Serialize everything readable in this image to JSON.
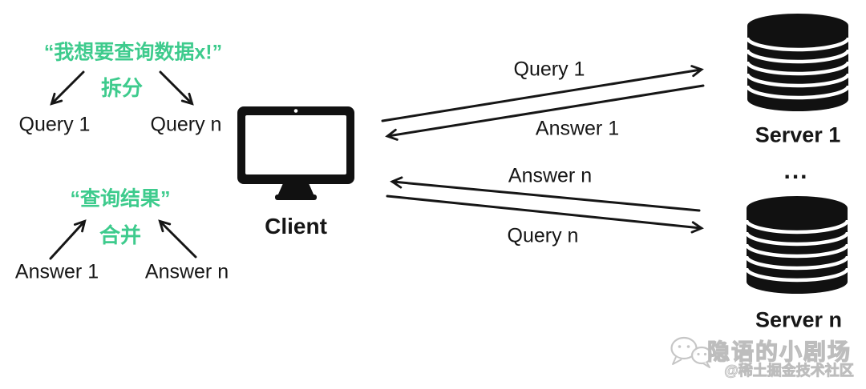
{
  "colors": {
    "green": "#3ecb8d",
    "ink": "#161616",
    "watermark_gray": "#bdbdbd",
    "background": "#ffffff"
  },
  "left_flow": {
    "request_quote": "“我想要查询数据x!”",
    "split": "拆分",
    "query1": "Query 1",
    "queryn": "Query n",
    "result_quote": "“查询结果”",
    "merge": "合并",
    "answer1": "Answer 1",
    "answern": "Answer n"
  },
  "client": {
    "label": "Client",
    "icon": "monitor-icon"
  },
  "channels": {
    "query1": "Query 1",
    "answer1": "Answer 1",
    "answern": "Answer n",
    "queryn": "Query n"
  },
  "servers": {
    "server1": {
      "label": "Server 1",
      "icon": "database-icon"
    },
    "ellipsis": "...",
    "servern": {
      "label": "Server n",
      "icon": "database-icon"
    }
  },
  "watermark": {
    "icon": "wechat-icon",
    "title": "隐语的小剧场",
    "handle": "@稀土掘金技术社区"
  }
}
